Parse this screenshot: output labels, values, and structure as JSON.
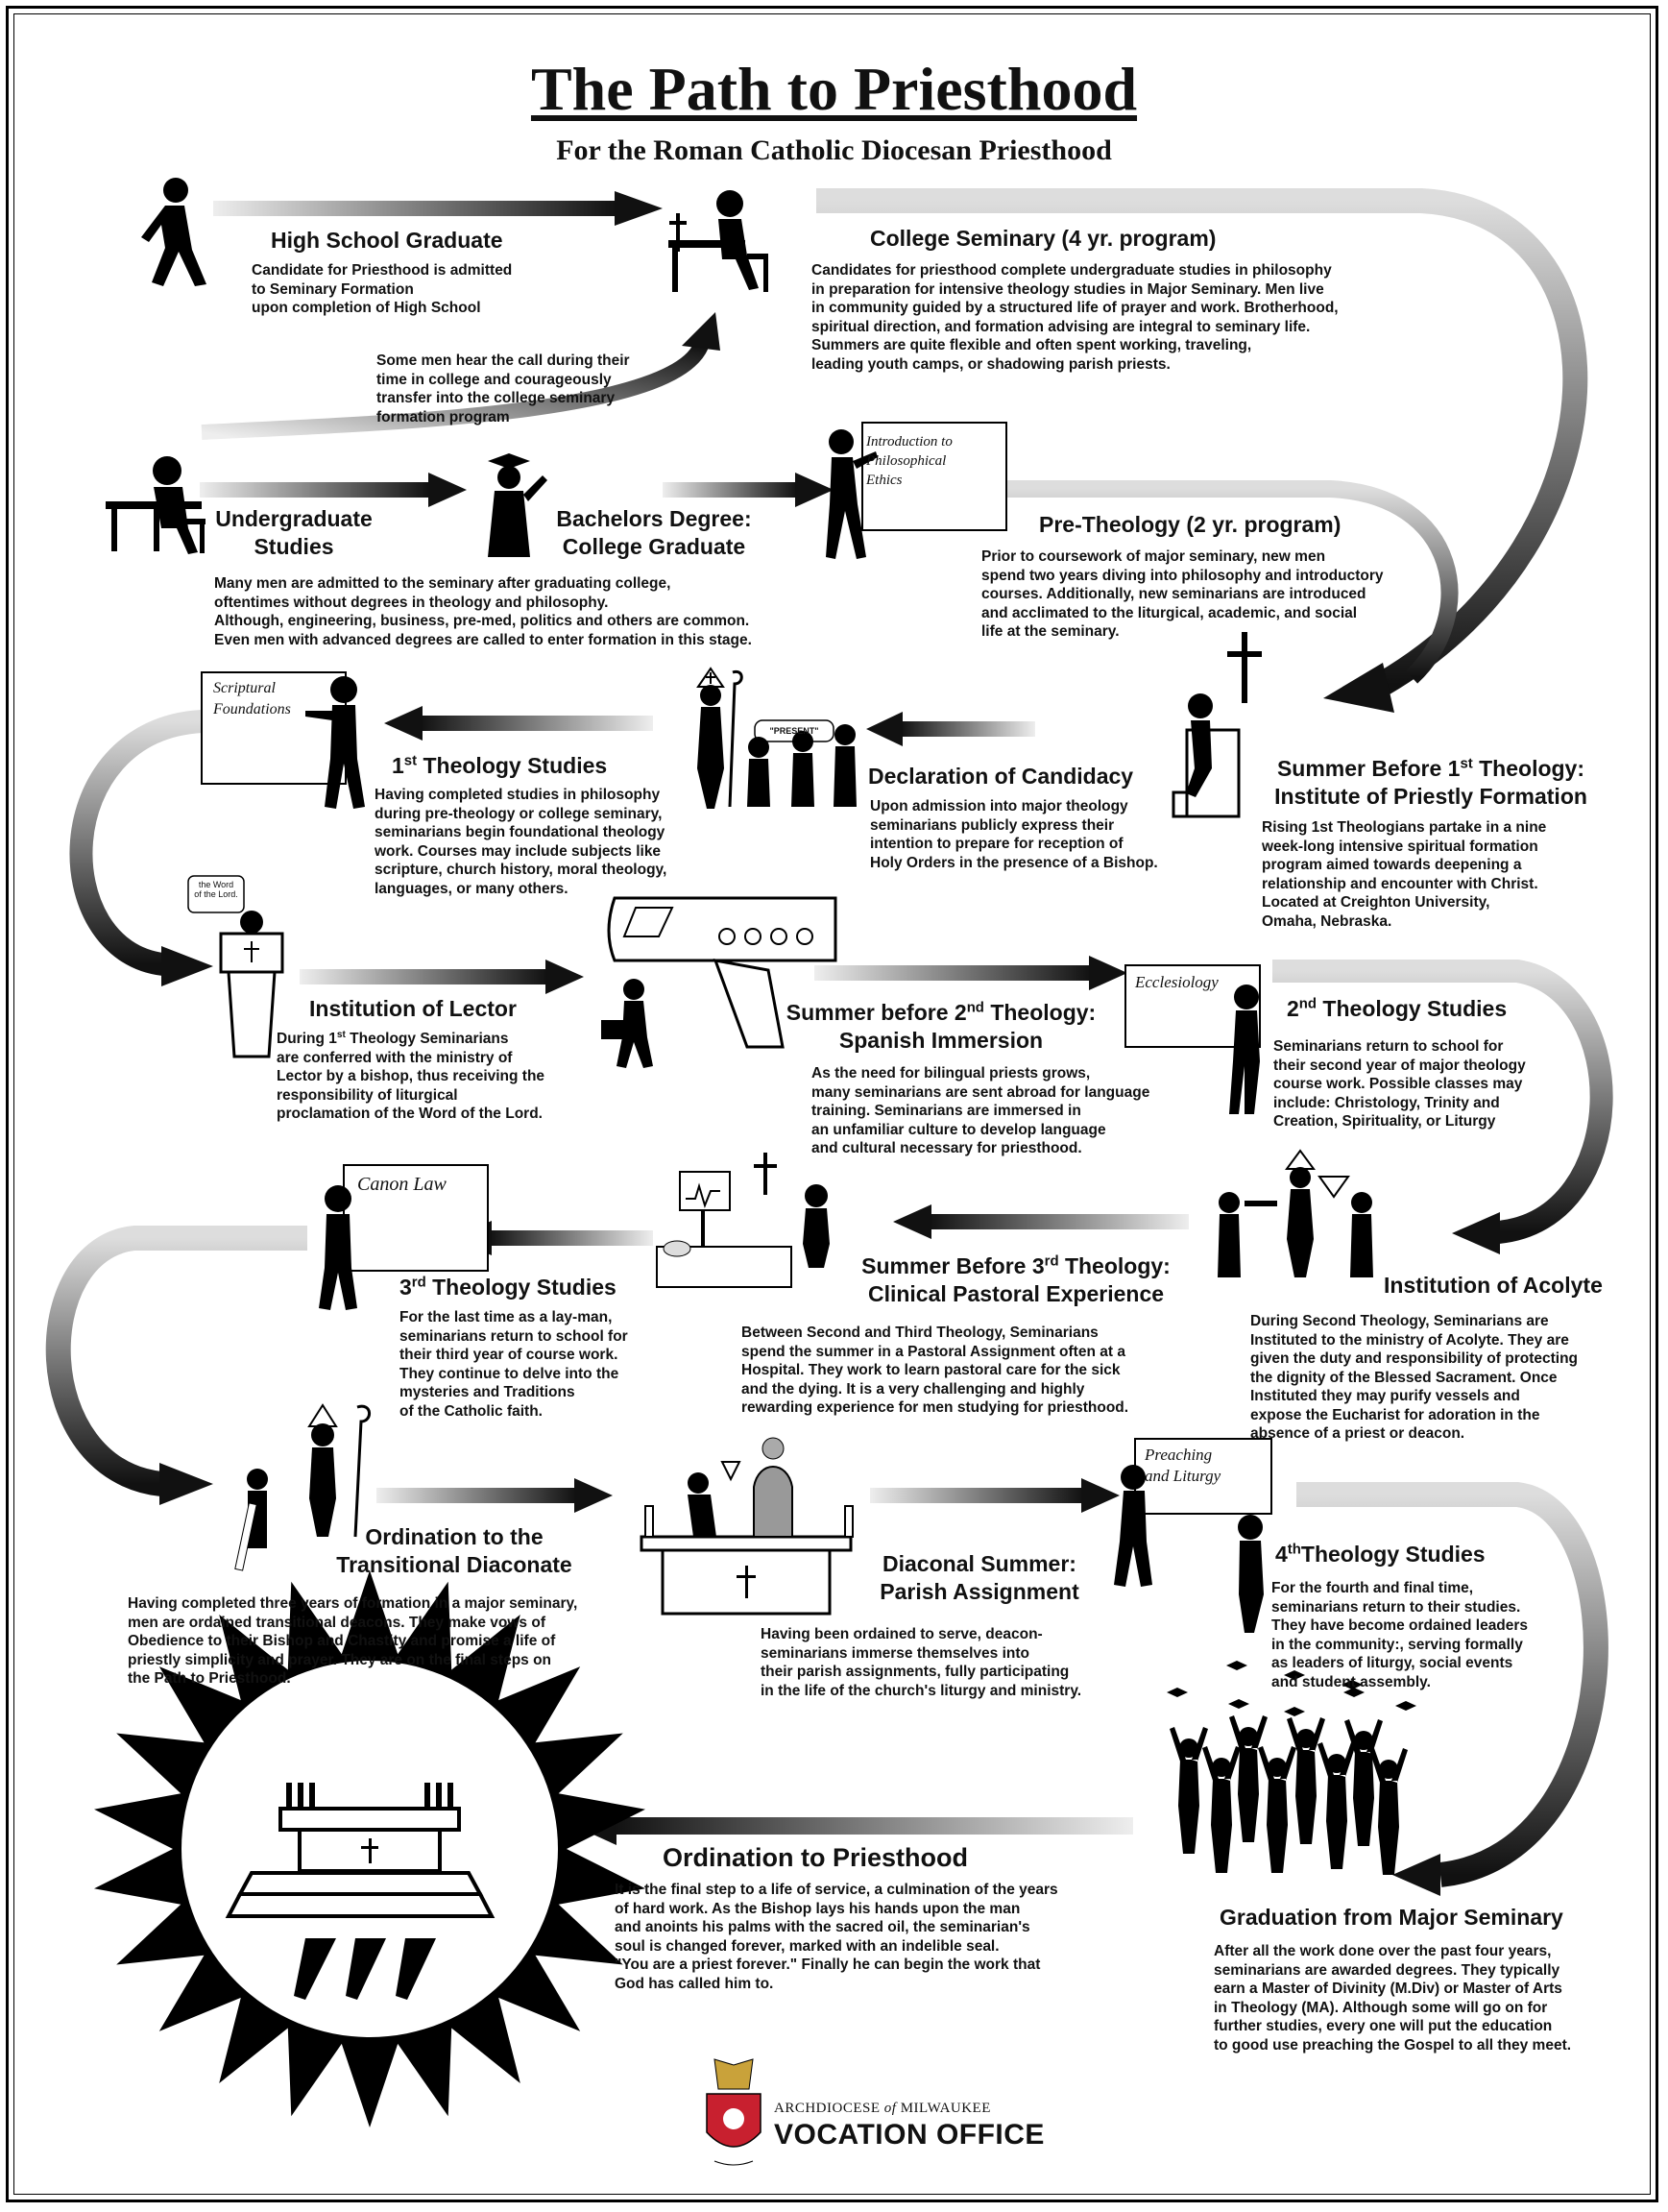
{
  "title": "The Path to Priesthood",
  "subtitle": "For the Roman Catholic Diocesan Priesthood",
  "steps": {
    "high_school": {
      "heading": "High School Graduate",
      "text": "Candidate for Priesthood is admitted\nto Seminary Formation\nupon completion of High School"
    },
    "transfer_note": "Some men hear the call during their\n time in college  and courageously\ntransfer into the college seminary\nformation program",
    "college_seminary": {
      "heading": "College Seminary (4 yr. program)",
      "text": "Candidates for priesthood complete undergraduate studies in philosophy\n in preparation for intensive theology studies in Major Seminary. Men live\nin community guided by a structured life of prayer and work. Brotherhood,\nspiritual direction, and formation advising are integral to seminary life.\nSummers are quite flexible and often spent working, traveling,\nleading youth camps, or shadowing parish priests."
    },
    "undergraduate": {
      "heading_line1": "Undergraduate",
      "heading_line2": "Studies"
    },
    "bachelors": {
      "heading_line1": "Bachelors Degree:",
      "heading_line2": "College Graduate"
    },
    "undergrad_text": "Many men are admitted to the seminary after graduating college,\noftentimes without degrees in theology and philosophy.\nAlthough, engineering, business, pre-med, politics and others are common.\nEven men with advanced degrees are called to enter formation in this stage.",
    "pre_theology": {
      "board": "Introduction to\nPhilosophical\nEthics",
      "heading": "Pre-Theology (2 yr. program)",
      "text": "Prior to coursework of major seminary, new men\nspend two years diving into philosophy and introductory\ncourses. Additionally, new seminarians are introduced\nand acclimated to the liturgical, academic, and social\nlife at the seminary."
    },
    "theology_1": {
      "board": "Scriptural\nFoundations",
      "heading_pre": "1",
      "heading_sup": "st",
      "heading_post": " Theology Studies",
      "text": "Having completed studies in philosophy\nduring pre-theology or college seminary,\nseminarians begin foundational theology\nwork.  Courses may include subjects like\nscripture, church history, moral theology,\nlanguages, or many others."
    },
    "candidacy": {
      "bubble": "\"PRESENT\"",
      "heading": "Declaration of Candidacy",
      "text": "Upon admission into major theology\nseminarians publicly express their\n intention to prepare for reception of\nHoly Orders in the presence of a Bishop."
    },
    "summer_1": {
      "heading_line1_pre": "Summer Before 1",
      "heading_line1_sup": "st",
      "heading_line1_post": " Theology:",
      "heading_line2": "Institute of Priestly Formation",
      "text": "Rising 1st Theologians partake in a nine\nweek-long intensive spiritual formation\nprogram aimed towards deepening a\nrelationship and encounter with Christ.\nLocated at Creighton University,\n                    Omaha, Nebraska."
    },
    "lector": {
      "bubble": "the Word\nof the Lord.",
      "heading": "Institution of Lector",
      "text_pre": "During 1",
      "text_sup": "st",
      "text_post": " Theology  Seminarians\n are conferred with the ministry of\nLector by a bishop, thus receiving the\nresponsibility of liturgical\nproclamation of the Word of the Lord."
    },
    "summer_2": {
      "heading_line1_pre": "Summer before  2",
      "heading_line1_sup": "nd",
      "heading_line1_post": " Theology:",
      "heading_line2": "Spanish Immersion",
      "text": "As the need for bilingual priests grows,\nmany seminarians are sent abroad for language\ntraining. Seminarians are immersed in\nan unfamiliar culture to develop language\nand cultural necessary for priesthood."
    },
    "theology_2": {
      "board": "Ecclesiology",
      "heading_pre": "2",
      "heading_sup": "nd",
      "heading_post": " Theology Studies",
      "text": "Seminarians return to school  for\ntheir second year of  major theology\ncourse work. Possible classes may\ninclude: Christology, Trinity and\nCreation, Spirituality, or Liturgy"
    },
    "theology_3": {
      "board": "Canon Law",
      "heading_pre": "3",
      "heading_sup": "rd",
      "heading_post": " Theology Studies",
      "text": "For the last time as a lay-man,\nseminarians return to school  for\ntheir third year of  course work.\nThey continue to delve into the\nmysteries and Traditions\nof the Catholic faith."
    },
    "summer_3": {
      "heading_line1_pre": "Summer Before 3",
      "heading_line1_sup": "rd",
      "heading_line1_post": " Theology:",
      "heading_line2": "Clinical Pastoral Experience",
      "text": "Between Second and Third Theology, Seminarians\nspend the summer in a Pastoral Assignment often at a\nHospital. They work to learn pastoral care for the sick\nand the dying. It is a very challenging and highly\nrewarding experience for men studying for priesthood."
    },
    "acolyte": {
      "heading": "Institution of Acolyte",
      "text": "During Second Theology, Seminarians are\nInstituted to the ministry of Acolyte. They are\ngiven the duty and responsibility of protecting\nthe dignity of the Blessed Sacrament. Once\n     Instituted they may purify vessels and\n     expose the Eucharist for adoration in the\n       absence of a priest or deacon."
    },
    "diaconate": {
      "heading_line1": "Ordination to the",
      "heading_line2": "Transitional Diaconate",
      "text": "Having completed three years of formation in a major seminary,\nmen are ordained transitional deacons. They make vows of\nObedience to their Bishop and Chastity and promise a life of\npriestly simplicity and prayer. They are on the final steps on\nthe Path to Priesthood."
    },
    "diaconal_summer": {
      "heading_line1": "Diaconal Summer:",
      "heading_line2": "Parish Assignment",
      "text": "Having been ordained to serve, deacon-\nseminarians immerse themselves into\ntheir parish assignments, fully participating\nin the life of the church's liturgy and ministry."
    },
    "theology_4": {
      "board": "Preaching\nand Liturgy",
      "heading_pre": "4",
      "heading_sup": "th",
      "heading_post": "Theology Studies",
      "text": "For the fourth and final time,\nseminarians return to their studies.\nThey have become ordained leaders\nin the community:, serving formally\nas leaders of liturgy, social events\n              and student assembly."
    },
    "priesthood": {
      "heading": "Ordination to Priesthood",
      "text": "It is the final step to a life of service, a culmination of the years\nof hard work. As the Bishop lays his hands upon the man\nand anoints his palms with the sacred oil, the seminarian's\nsoul is changed forever, marked with an indelible seal.\n\"You are a priest forever.\" Finally he can begin the work that\nGod has called him to."
    },
    "graduation": {
      "heading": "Graduation from Major Seminary",
      "text": "After all the work done over the past four years,\nseminarians are awarded degrees. They typically\nearn a Master of Divinity (M.Div) or Master of Arts\n in Theology (MA). Although some will go on for\nfurther studies, every one will put the education\nto good use preaching the Gospel to all they meet."
    }
  },
  "logo": {
    "line1_a": "ARCHDIOCESE ",
    "line1_of": "of",
    "line1_b": " MILWAUKEE",
    "line2": "VOCATION OFFICE"
  },
  "colors": {
    "ink": "#000000",
    "arrow_light": "#e6e6e6",
    "arrow_dark": "#111111",
    "logo_red": "#c8202f",
    "logo_gold": "#c9a23a"
  }
}
